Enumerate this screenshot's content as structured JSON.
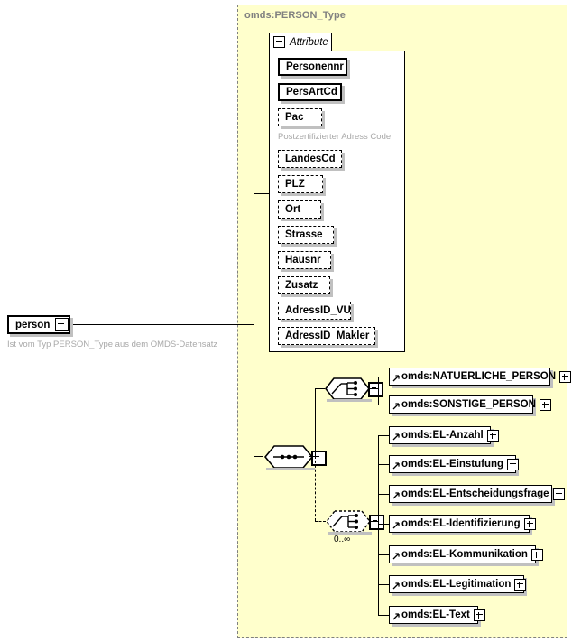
{
  "diagram": {
    "type_container": {
      "label": "omds:PERSON_Type"
    },
    "root_element": {
      "name": "person",
      "annotation": "Ist vom Typ PERSON_Type aus dem OMDS-Datensatz",
      "toggle_icon": "minus-box-icon"
    },
    "attribute_panel": {
      "tab_label": "Attribute",
      "toggle_icon": "minus-box-icon",
      "attributes": [
        {
          "name": "Personennr",
          "use": "required",
          "annotation": ""
        },
        {
          "name": "PersArtCd",
          "use": "required",
          "annotation": ""
        },
        {
          "name": "Pac",
          "use": "optional",
          "annotation": "Postzertifizierter Adress Code"
        },
        {
          "name": "LandesCd",
          "use": "optional",
          "annotation": ""
        },
        {
          "name": "PLZ",
          "use": "optional",
          "annotation": ""
        },
        {
          "name": "Ort",
          "use": "optional",
          "annotation": ""
        },
        {
          "name": "Strasse",
          "use": "optional",
          "annotation": ""
        },
        {
          "name": "Hausnr",
          "use": "optional",
          "annotation": ""
        },
        {
          "name": "Zusatz",
          "use": "optional",
          "annotation": ""
        },
        {
          "name": "AdressID_VU",
          "use": "optional",
          "annotation": ""
        },
        {
          "name": "AdressID_Makler",
          "use": "optional",
          "annotation": ""
        }
      ]
    },
    "compositors": [
      {
        "id": "sequence-root",
        "kind": "sequence",
        "icon": "sequence-icon",
        "occurrence": "",
        "optional": false
      },
      {
        "id": "choice-person",
        "kind": "choice",
        "icon": "choice-icon",
        "occurrence": "",
        "optional": false
      },
      {
        "id": "choice-el",
        "kind": "choice",
        "icon": "choice-icon",
        "occurrence": "0..∞",
        "optional": true
      }
    ],
    "groups": [
      {
        "compositor": "choice-person",
        "elements": [
          {
            "name": "omds:NATUERLICHE_PERSON",
            "expand_icon": "plus-box-icon",
            "ref_icon": "reference-arrow-icon"
          },
          {
            "name": "omds:SONSTIGE_PERSON",
            "expand_icon": "plus-box-icon",
            "ref_icon": "reference-arrow-icon"
          }
        ]
      },
      {
        "compositor": "choice-el",
        "elements": [
          {
            "name": "omds:EL-Anzahl",
            "expand_icon": "plus-box-icon",
            "ref_icon": "reference-arrow-icon"
          },
          {
            "name": "omds:EL-Einstufung",
            "expand_icon": "plus-box-icon",
            "ref_icon": "reference-arrow-icon"
          },
          {
            "name": "omds:EL-Entscheidungsfrage",
            "expand_icon": "plus-box-icon",
            "ref_icon": "reference-arrow-icon"
          },
          {
            "name": "omds:EL-Identifizierung",
            "expand_icon": "plus-box-icon",
            "ref_icon": "reference-arrow-icon"
          },
          {
            "name": "omds:EL-Kommunikation",
            "expand_icon": "plus-box-icon",
            "ref_icon": "reference-arrow-icon"
          },
          {
            "name": "omds:EL-Legitimation",
            "expand_icon": "plus-box-icon",
            "ref_icon": "reference-arrow-icon"
          },
          {
            "name": "omds:EL-Text",
            "expand_icon": "plus-box-icon",
            "ref_icon": "reference-arrow-icon"
          }
        ]
      }
    ],
    "colors": {
      "type_background": "#FFFFCC",
      "type_border": "#808080",
      "node_background": "#FFFFFF",
      "node_border": "#000000",
      "shadow": "#C0C0C0",
      "annotation_text": "#A8A8A8",
      "type_label_text": "#808080"
    }
  }
}
